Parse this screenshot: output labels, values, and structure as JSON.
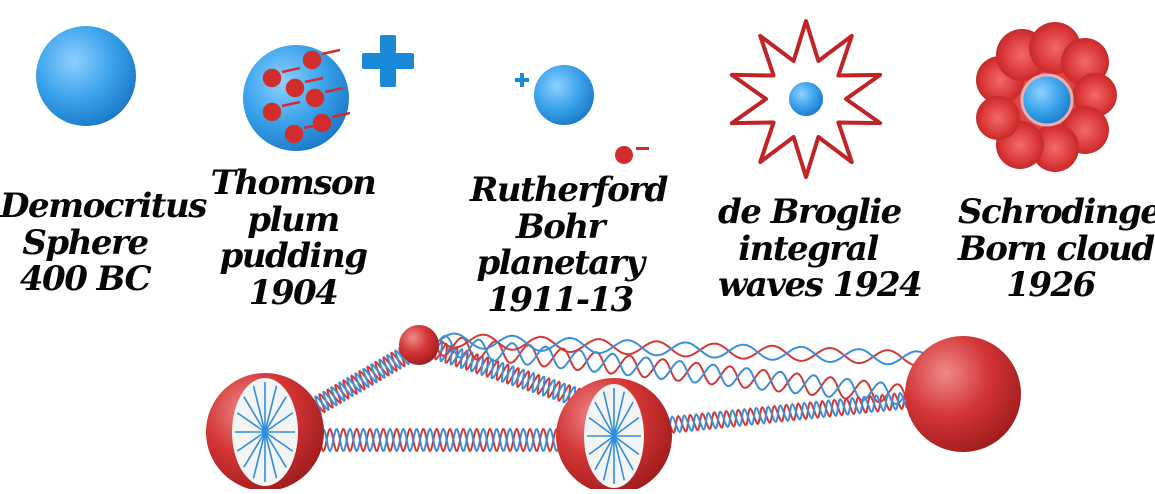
{
  "models": [
    {
      "id": "democritus",
      "lines": [
        "Democritus",
        "Sphere",
        "400 BC"
      ]
    },
    {
      "id": "thomson",
      "lines": [
        "Thomson",
        "plum",
        "pudding",
        "1904"
      ]
    },
    {
      "id": "rutherford",
      "lines": [
        "Rutherford",
        "Bohr",
        "planetary",
        "1911-13"
      ]
    },
    {
      "id": "debroglie",
      "lines": [
        "de Broglie",
        "integral",
        "waves 1924"
      ]
    },
    {
      "id": "schrodinger",
      "lines": [
        "Schrodinger",
        "Born cloud",
        "1926"
      ]
    }
  ],
  "symbols": {
    "plus": "+",
    "minus": "−"
  },
  "colors": {
    "sphere_blue": "#2f9be8",
    "electron_red": "#d12d2d",
    "cross_blue": "#1a8ad8",
    "star_outline": "#c02424",
    "cloud_red": "#d93838",
    "wave_red": "#d23a3a",
    "wave_blue": "#3c8fd8",
    "label_black": "#050505"
  }
}
